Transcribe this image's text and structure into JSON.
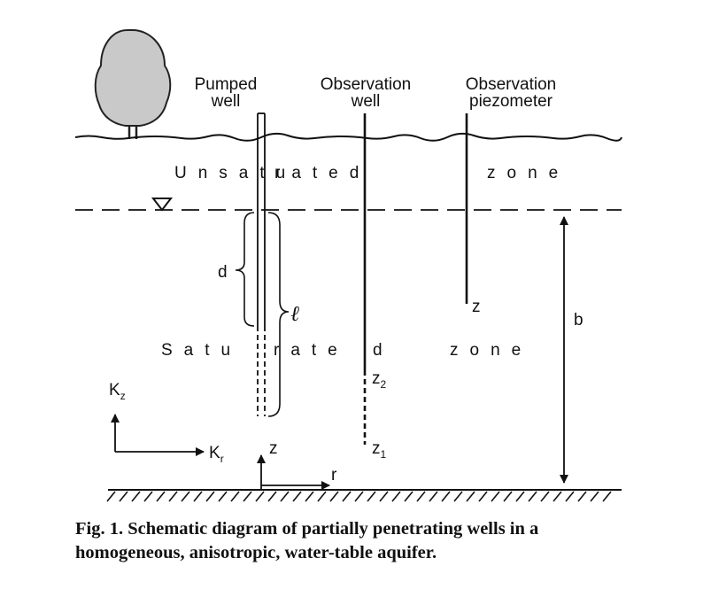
{
  "labels": {
    "pumped_well_line1": "Pumped",
    "pumped_well_line2": "well",
    "observation_well_line1": "Observation",
    "observation_well_line2": "well",
    "piezometer_line1": "Observation",
    "piezometer_line2": "piezometer",
    "unsaturated_zone_a": "Unsatu",
    "unsaturated_zone_b": "rated",
    "unsaturated_zone_c": "zone",
    "saturated_zone_a": "Satu",
    "saturated_zone_b": "rate",
    "saturated_zone_c": "d",
    "saturated_zone_d": "zone",
    "d": "d",
    "ell": "ℓ",
    "b": "b",
    "piezometer_z": "z",
    "z2_base": "z",
    "z2_sub": "2",
    "z1_base": "z",
    "z1_sub": "1",
    "kz_base": "K",
    "kz_sub": "z",
    "kr_base": "K",
    "kr_sub": "r",
    "axis_z": "z",
    "axis_r": "r"
  },
  "caption": {
    "line1": "Fig. 1. Schematic diagram of partially penetrating wells in a",
    "line2": "homogeneous, anisotropic, water-table aquifer."
  },
  "icons": {
    "tree": "tree-icon",
    "water_table_marker": "water-table-triangle-icon"
  }
}
